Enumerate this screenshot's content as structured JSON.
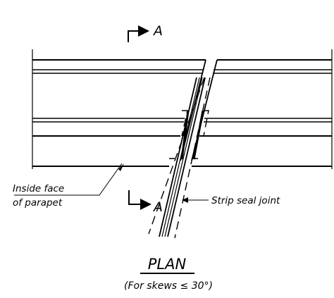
{
  "section_marker": {
    "label": "A"
  },
  "callouts": {
    "parapet_line1": "Inside face",
    "parapet_line2": "of parapet",
    "joint": "Strip seal joint"
  },
  "title": {
    "main": "PLAN",
    "subtitle_prefix": "(For skews ",
    "subtitle_symbol": "≤",
    "subtitle_suffix": " 30°)"
  },
  "colors": {
    "ink": "#000000",
    "background": "#ffffff"
  }
}
